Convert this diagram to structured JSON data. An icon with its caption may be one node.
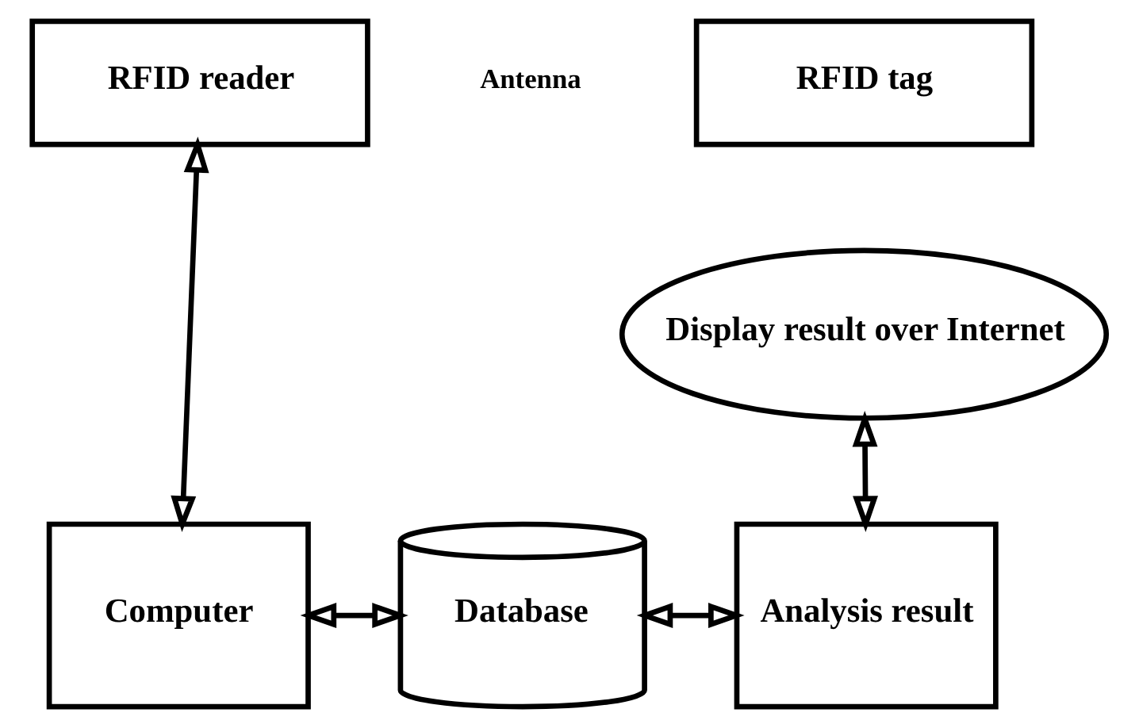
{
  "diagram": {
    "nodes": [
      {
        "text": [
          "RFID reader"
        ]
      },
      {
        "text": [
          "RFID tag"
        ]
      },
      {
        "text": [
          "Display result over Internet"
        ]
      },
      {
        "text": [
          "Computer"
        ]
      },
      {
        "text": [
          "Database"
        ]
      },
      {
        "text": [
          "Analysis result"
        ]
      }
    ],
    "edges": [
      {
        "from": 0,
        "to": 3,
        "arrow": "both"
      },
      {
        "from": 3,
        "to": 4,
        "arrow": "both"
      },
      {
        "from": 4,
        "to": 5,
        "arrow": "both"
      },
      {
        "from": 2,
        "to": 5,
        "arrow": "both"
      }
    ],
    "labels": [
      "Antenna"
    ]
  }
}
